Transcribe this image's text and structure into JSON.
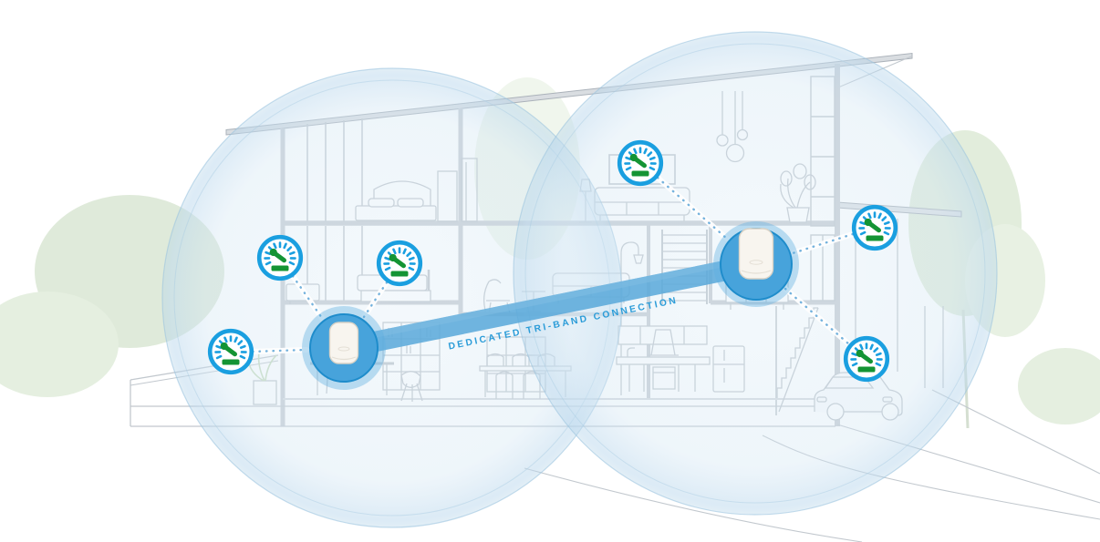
{
  "illustration": {
    "description": "Cross-section of a modern two-story house showing whole-home mesh WiFi coverage",
    "band_label": "DEDICATED TRI-BAND CONNECTION",
    "router_nodes": [
      {
        "name": "mesh-router-left",
        "device": "white tower router on table"
      },
      {
        "name": "mesh-satellite-right",
        "device": "white tower router on media stand"
      }
    ],
    "speed_gauges": [
      {
        "name": "gauge-left-window-room"
      },
      {
        "name": "gauge-left-bedroom"
      },
      {
        "name": "gauge-upper-living-tv"
      },
      {
        "name": "gauge-right-terrace"
      },
      {
        "name": "gauge-far-left-yard"
      },
      {
        "name": "gauge-garage-car"
      }
    ],
    "coverage_circles": 2,
    "colors": {
      "accent_blue": "#1A9FE0",
      "gauge_green": "#149434",
      "band_blue": "#58A8D9",
      "label_blue": "#2B9CD8",
      "node_blue": "#47A3DB",
      "node_rim_blue": "#1E8CCB",
      "coverage_blue": "#D6E8F4",
      "structure_gray": "#C2C8CE",
      "tree_green": "#E2ECDC"
    }
  }
}
